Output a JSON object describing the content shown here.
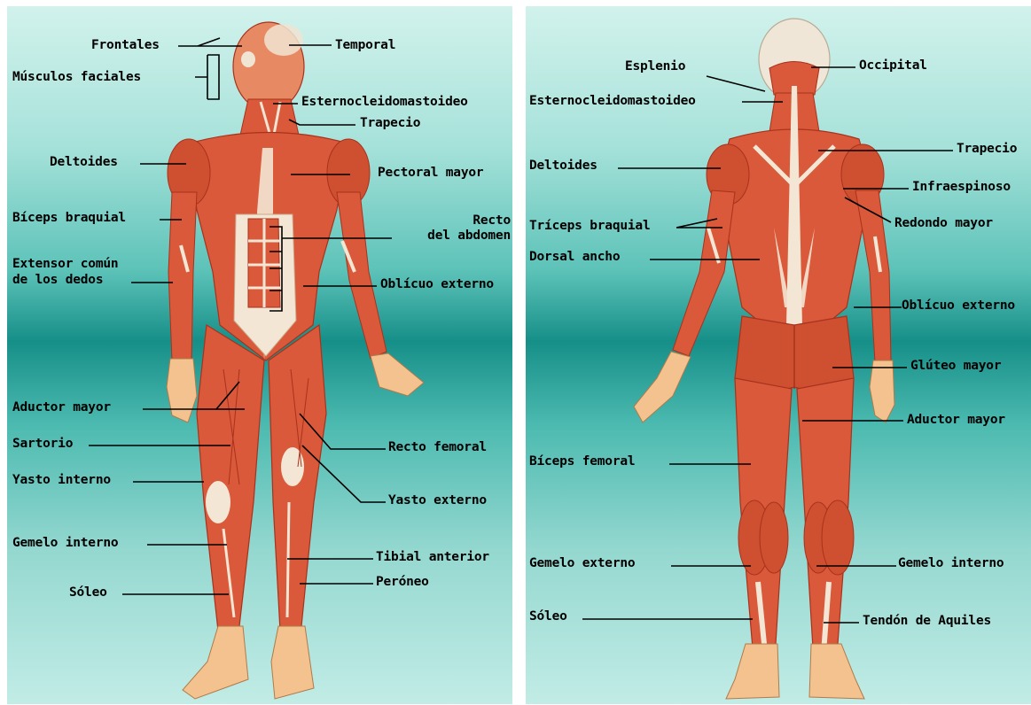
{
  "front": {
    "labels": {
      "frontales": "Frontales",
      "temporal": "Temporal",
      "musculos_faciales": "Músculos faciales",
      "esternocleidomastoideo": "Esternocleidomastoideo",
      "trapecio": "Trapecio",
      "deltoides": "Deltoides",
      "pectoral_mayor": "Pectoral mayor",
      "biceps_braquial": "Bíceps braquial",
      "recto_del_abdomen_l1": "Recto",
      "recto_del_abdomen_l2": "del abdomen",
      "extensor_l1": "Extensor común",
      "extensor_l2": "de los dedos",
      "obliculo_externo": "Oblícuo externo",
      "aductor_mayor": "Aductor mayor",
      "sartorio": "Sartorio",
      "recto_femoral": "Recto femoral",
      "yasto_interno": "Yasto interno",
      "yasto_externo": "Yasto externo",
      "gemelo_interno": "Gemelo interno",
      "tibial_anterior": "Tibial anterior",
      "soleo": "Sóleo",
      "peroneo": "Peróneo"
    }
  },
  "back": {
    "labels": {
      "esplenio": "Esplenio",
      "occipital": "Occipital",
      "esternocleidomastoideo": "Esternocleidomastoideo",
      "trapecio": "Trapecio",
      "deltoides": "Deltoides",
      "infraespinoso": "Infraespinoso",
      "triceps_braquial": "Tríceps braquial",
      "redondo_mayor": "Redondo mayor",
      "dorsal_ancho": "Dorsal ancho",
      "obliculo_externo": "Oblícuo externo",
      "gluteo_mayor": "Glúteo mayor",
      "aductor_mayor": "Aductor mayor",
      "biceps_femoral": "Bíceps femoral",
      "gemelo_externo": "Gemelo externo",
      "gemelo_interno": "Gemelo interno",
      "soleo": "Sóleo",
      "tendon_de_aquiles": "Tendón de Aquiles"
    }
  },
  "colors": {
    "muscle": "#d9593a",
    "muscle_dark": "#a8321c",
    "tendon": "#f3e6d4",
    "skin": "#f4c28e",
    "bone": "#ece2d2",
    "bg_top": "#d2f2ec",
    "bg_mid": "#168f88"
  }
}
